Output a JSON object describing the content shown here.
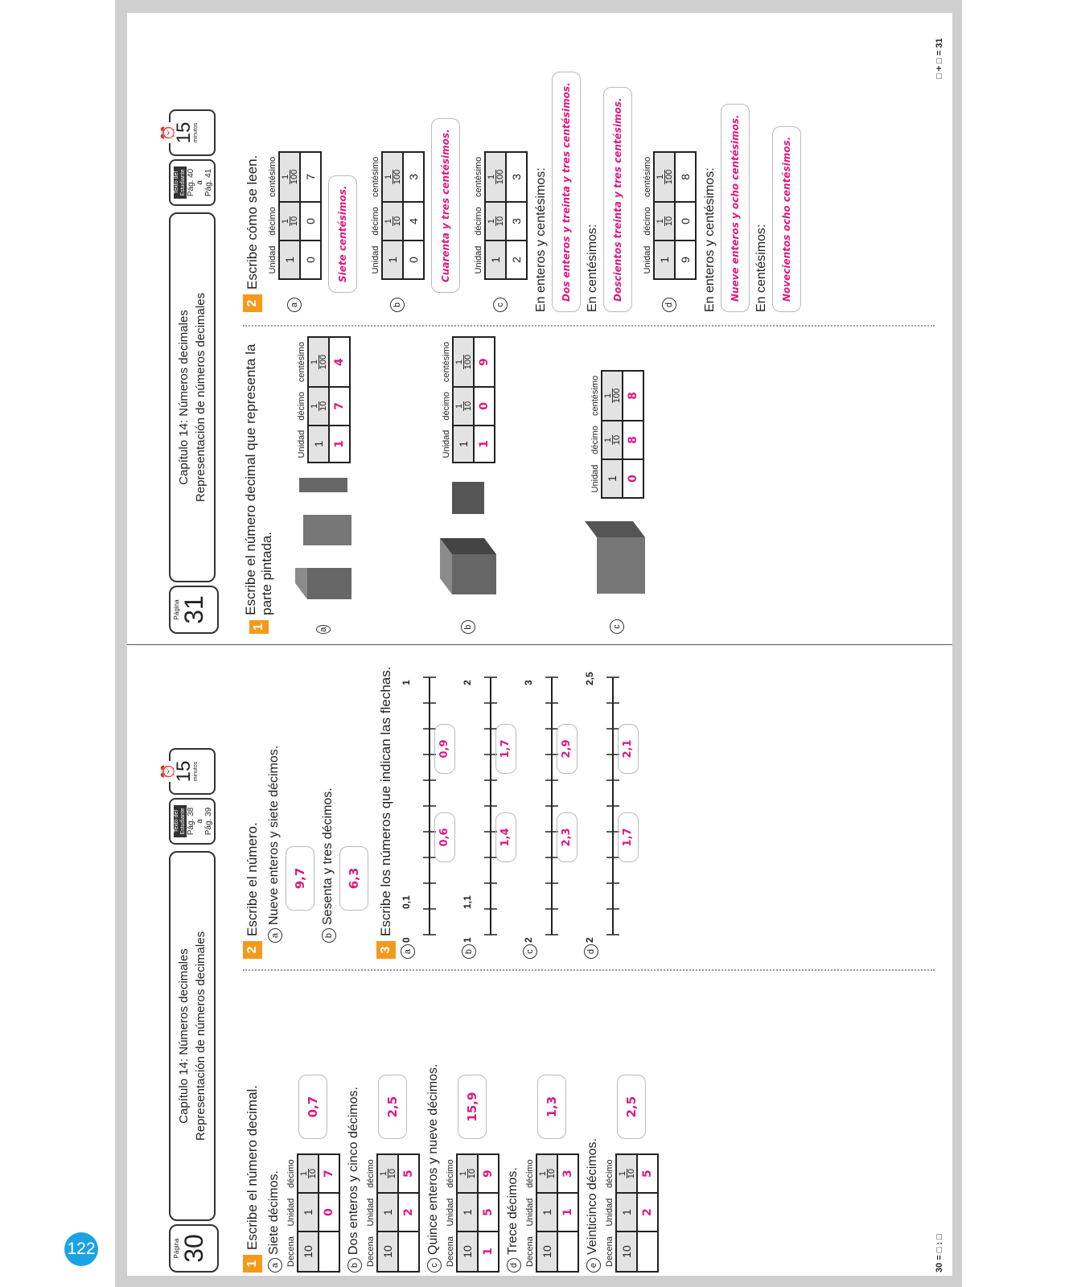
{
  "page_number": "122",
  "top_page": {
    "page_label": "Página",
    "page_num": "30",
    "chapter": "Capítulo 14: Números decimales",
    "topic": "Representación de números decimales",
    "book_label": "Texto del Estudiante",
    "book_pages": "Pág. 38",
    "book_to": "a",
    "book_pages_2": "Pág. 39",
    "minutes": "15",
    "minutes_label": "minutos",
    "q1": {
      "num": "1",
      "prompt": "Escribe el número decimal.",
      "items": [
        {
          "letter": "a",
          "text": "Siete décimos.",
          "decena": "",
          "unidad": "0",
          "decimo": "7",
          "answer": "0,7"
        },
        {
          "letter": "b",
          "text": "Dos enteros y cinco décimos.",
          "decena": "",
          "unidad": "2",
          "decimo": "5",
          "answer": "2,5"
        },
        {
          "letter": "c",
          "text": "Quince enteros y nueve décimos.",
          "decena": "1",
          "unidad": "5",
          "decimo": "9",
          "answer": "15,9"
        },
        {
          "letter": "d",
          "text": "Trece décimos.",
          "decena": "",
          "unidad": "1",
          "decimo": "3",
          "answer": "1,3"
        },
        {
          "letter": "e",
          "text": "Veinticinco décimos.",
          "decena": "",
          "unidad": "2",
          "decimo": "5",
          "answer": "2,5"
        }
      ],
      "headers": {
        "decena": "Decena",
        "unidad": "Unidad",
        "decimo": "décimo",
        "ten": "10",
        "one": "1",
        "tenth_num": "1",
        "tenth_den": "10"
      }
    },
    "q2": {
      "num": "2",
      "prompt": "Escribe el número.",
      "items": [
        {
          "letter": "a",
          "text": "Nueve enteros y siete décimos.",
          "answer": "9,7"
        },
        {
          "letter": "b",
          "text": "Sesenta y tres décimos.",
          "answer": "6,3"
        }
      ]
    },
    "q3": {
      "num": "3",
      "prompt": "Escribe los números que indican las flechas.",
      "lines": [
        {
          "letter": "a",
          "labels": [
            "0",
            "0,1",
            "1"
          ],
          "answers": [
            "0,6",
            "0,9"
          ]
        },
        {
          "letter": "b",
          "labels": [
            "1",
            "1,1",
            "2"
          ],
          "answers": [
            "1,4",
            "1,7"
          ]
        },
        {
          "letter": "c",
          "labels": [
            "2",
            "3"
          ],
          "answers": [
            "2,3",
            "2,9"
          ]
        },
        {
          "letter": "d",
          "labels": [
            "2",
            "2,5"
          ],
          "answers": [
            "1,7",
            "2,1"
          ]
        }
      ]
    },
    "footer": "30 = □ : □"
  },
  "bottom_page": {
    "page_label": "Página",
    "page_num": "31",
    "chapter": "Capítulo 14: Números decimales",
    "topic": "Representación de números decimales",
    "book_label": "Texto del Estudiante",
    "book_pages": "Pág. 40",
    "book_to": "a",
    "book_pages_2": "Pág. 41",
    "minutes": "15",
    "minutes_label": "minutos",
    "q1": {
      "num": "1",
      "prompt": "Escribe el número decimal que representa la parte pintada.",
      "headers": {
        "unidad": "Unidad",
        "decimo": "décimo",
        "centesimo": "centésimo",
        "one": "1",
        "den10": "10",
        "den100": "100"
      },
      "items": [
        {
          "letter": "a",
          "unidad": "1",
          "decimo": "7",
          "centesimo": "4"
        },
        {
          "letter": "b",
          "unidad": "1",
          "decimo": "0",
          "centesimo": "9"
        },
        {
          "letter": "c",
          "unidad": "0",
          "decimo": "8",
          "centesimo": "8"
        }
      ]
    },
    "q2": {
      "num": "2",
      "prompt": "Escribe cómo se leen.",
      "items": [
        {
          "letter": "a",
          "unidad": "0",
          "decimo": "0",
          "centesimo": "7",
          "answer": "Siete centésimos."
        },
        {
          "letter": "b",
          "unidad": "0",
          "decimo": "4",
          "centesimo": "3",
          "answer": "Cuarenta y tres centésimos."
        },
        {
          "letter": "c",
          "unidad": "2",
          "decimo": "3",
          "centesimo": "3",
          "l1": "En enteros y centésimos:",
          "a1": "Dos enteros y treinta y tres centésimos.",
          "l2": "En centésimos:",
          "a2": "Doscientos treinta y tres centésimos."
        },
        {
          "letter": "d",
          "unidad": "9",
          "decimo": "0",
          "centesimo": "8",
          "l1": "En enteros y centésimos:",
          "a1": "Nueve enteros y ocho centésimos.",
          "l2": "En centésimos:",
          "a2": "Novecientos ocho centésimos."
        }
      ]
    },
    "footer": "□ + □ = 31"
  }
}
